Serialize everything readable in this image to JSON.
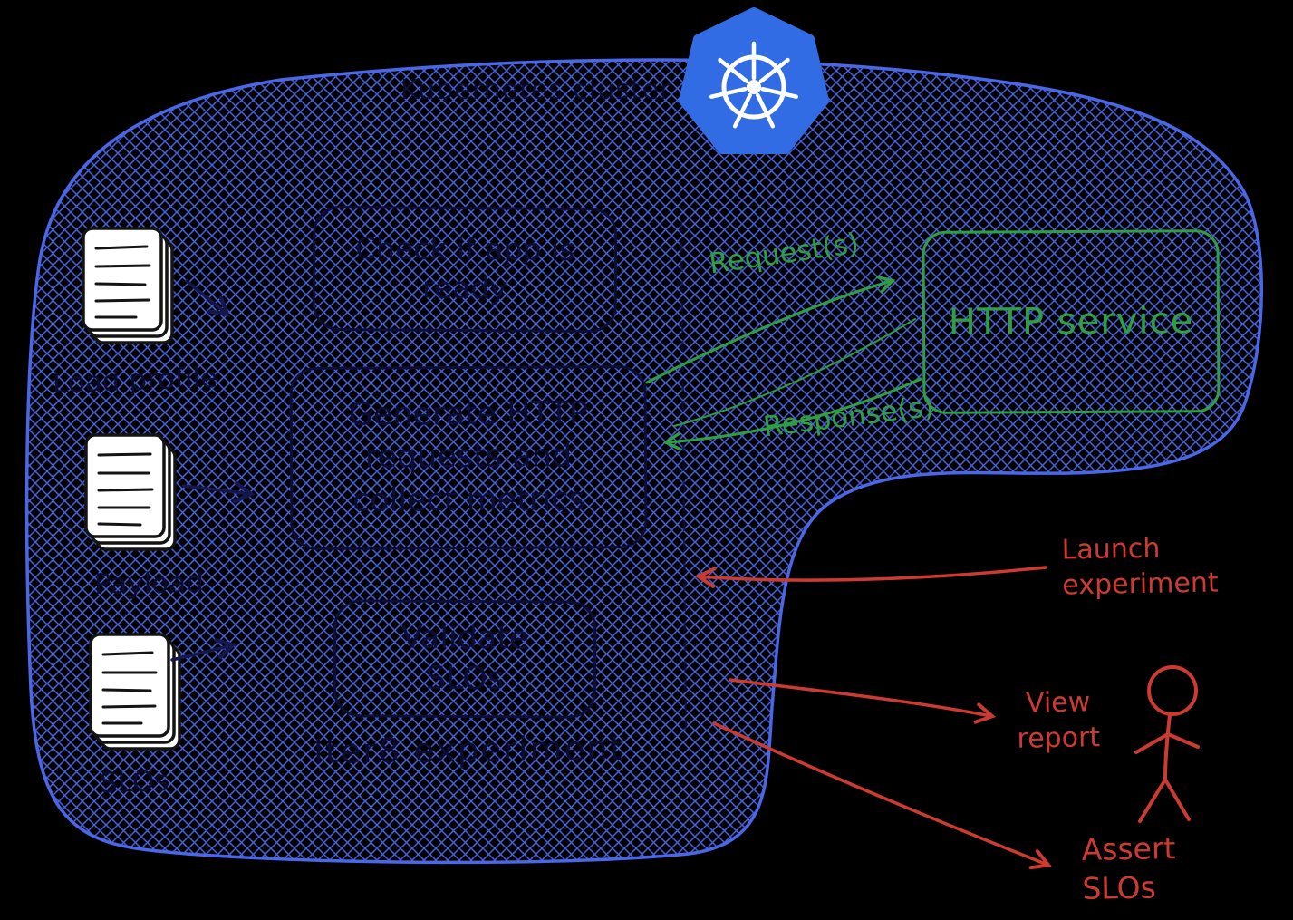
{
  "cluster": {
    "title": "Kubernetes cluster",
    "iter8_label": "Iter8 experiment",
    "boxes": {
      "check": "Check if app is ready",
      "generate": "Generate HTTP requests and collect metrics",
      "validate": [
        "Validate",
        "SLOs"
      ]
    }
  },
  "inputs": [
    {
      "label": "Load profile"
    },
    {
      "label": "Payload"
    },
    {
      "label": "SLOs"
    }
  ],
  "http_service": {
    "label": "HTTP service"
  },
  "flows": {
    "request": "Request(s)",
    "response": "Response(s)"
  },
  "actions": {
    "launch": [
      "Launch",
      "experiment"
    ],
    "view": [
      "View",
      "report"
    ],
    "assert": [
      "Assert",
      "SLOs"
    ]
  },
  "icons": {
    "kubernetes": "kubernetes-logo",
    "documents": "document-stack",
    "person": "stick-figure"
  },
  "colors": {
    "cluster_blue": "#4a67e8",
    "kubernetes_blue": "#326ce5",
    "dark_navy": "#0d0e38",
    "green": "#2f9e44",
    "red": "#cd3a32",
    "background": "#000000",
    "document_white": "#ffffff"
  }
}
